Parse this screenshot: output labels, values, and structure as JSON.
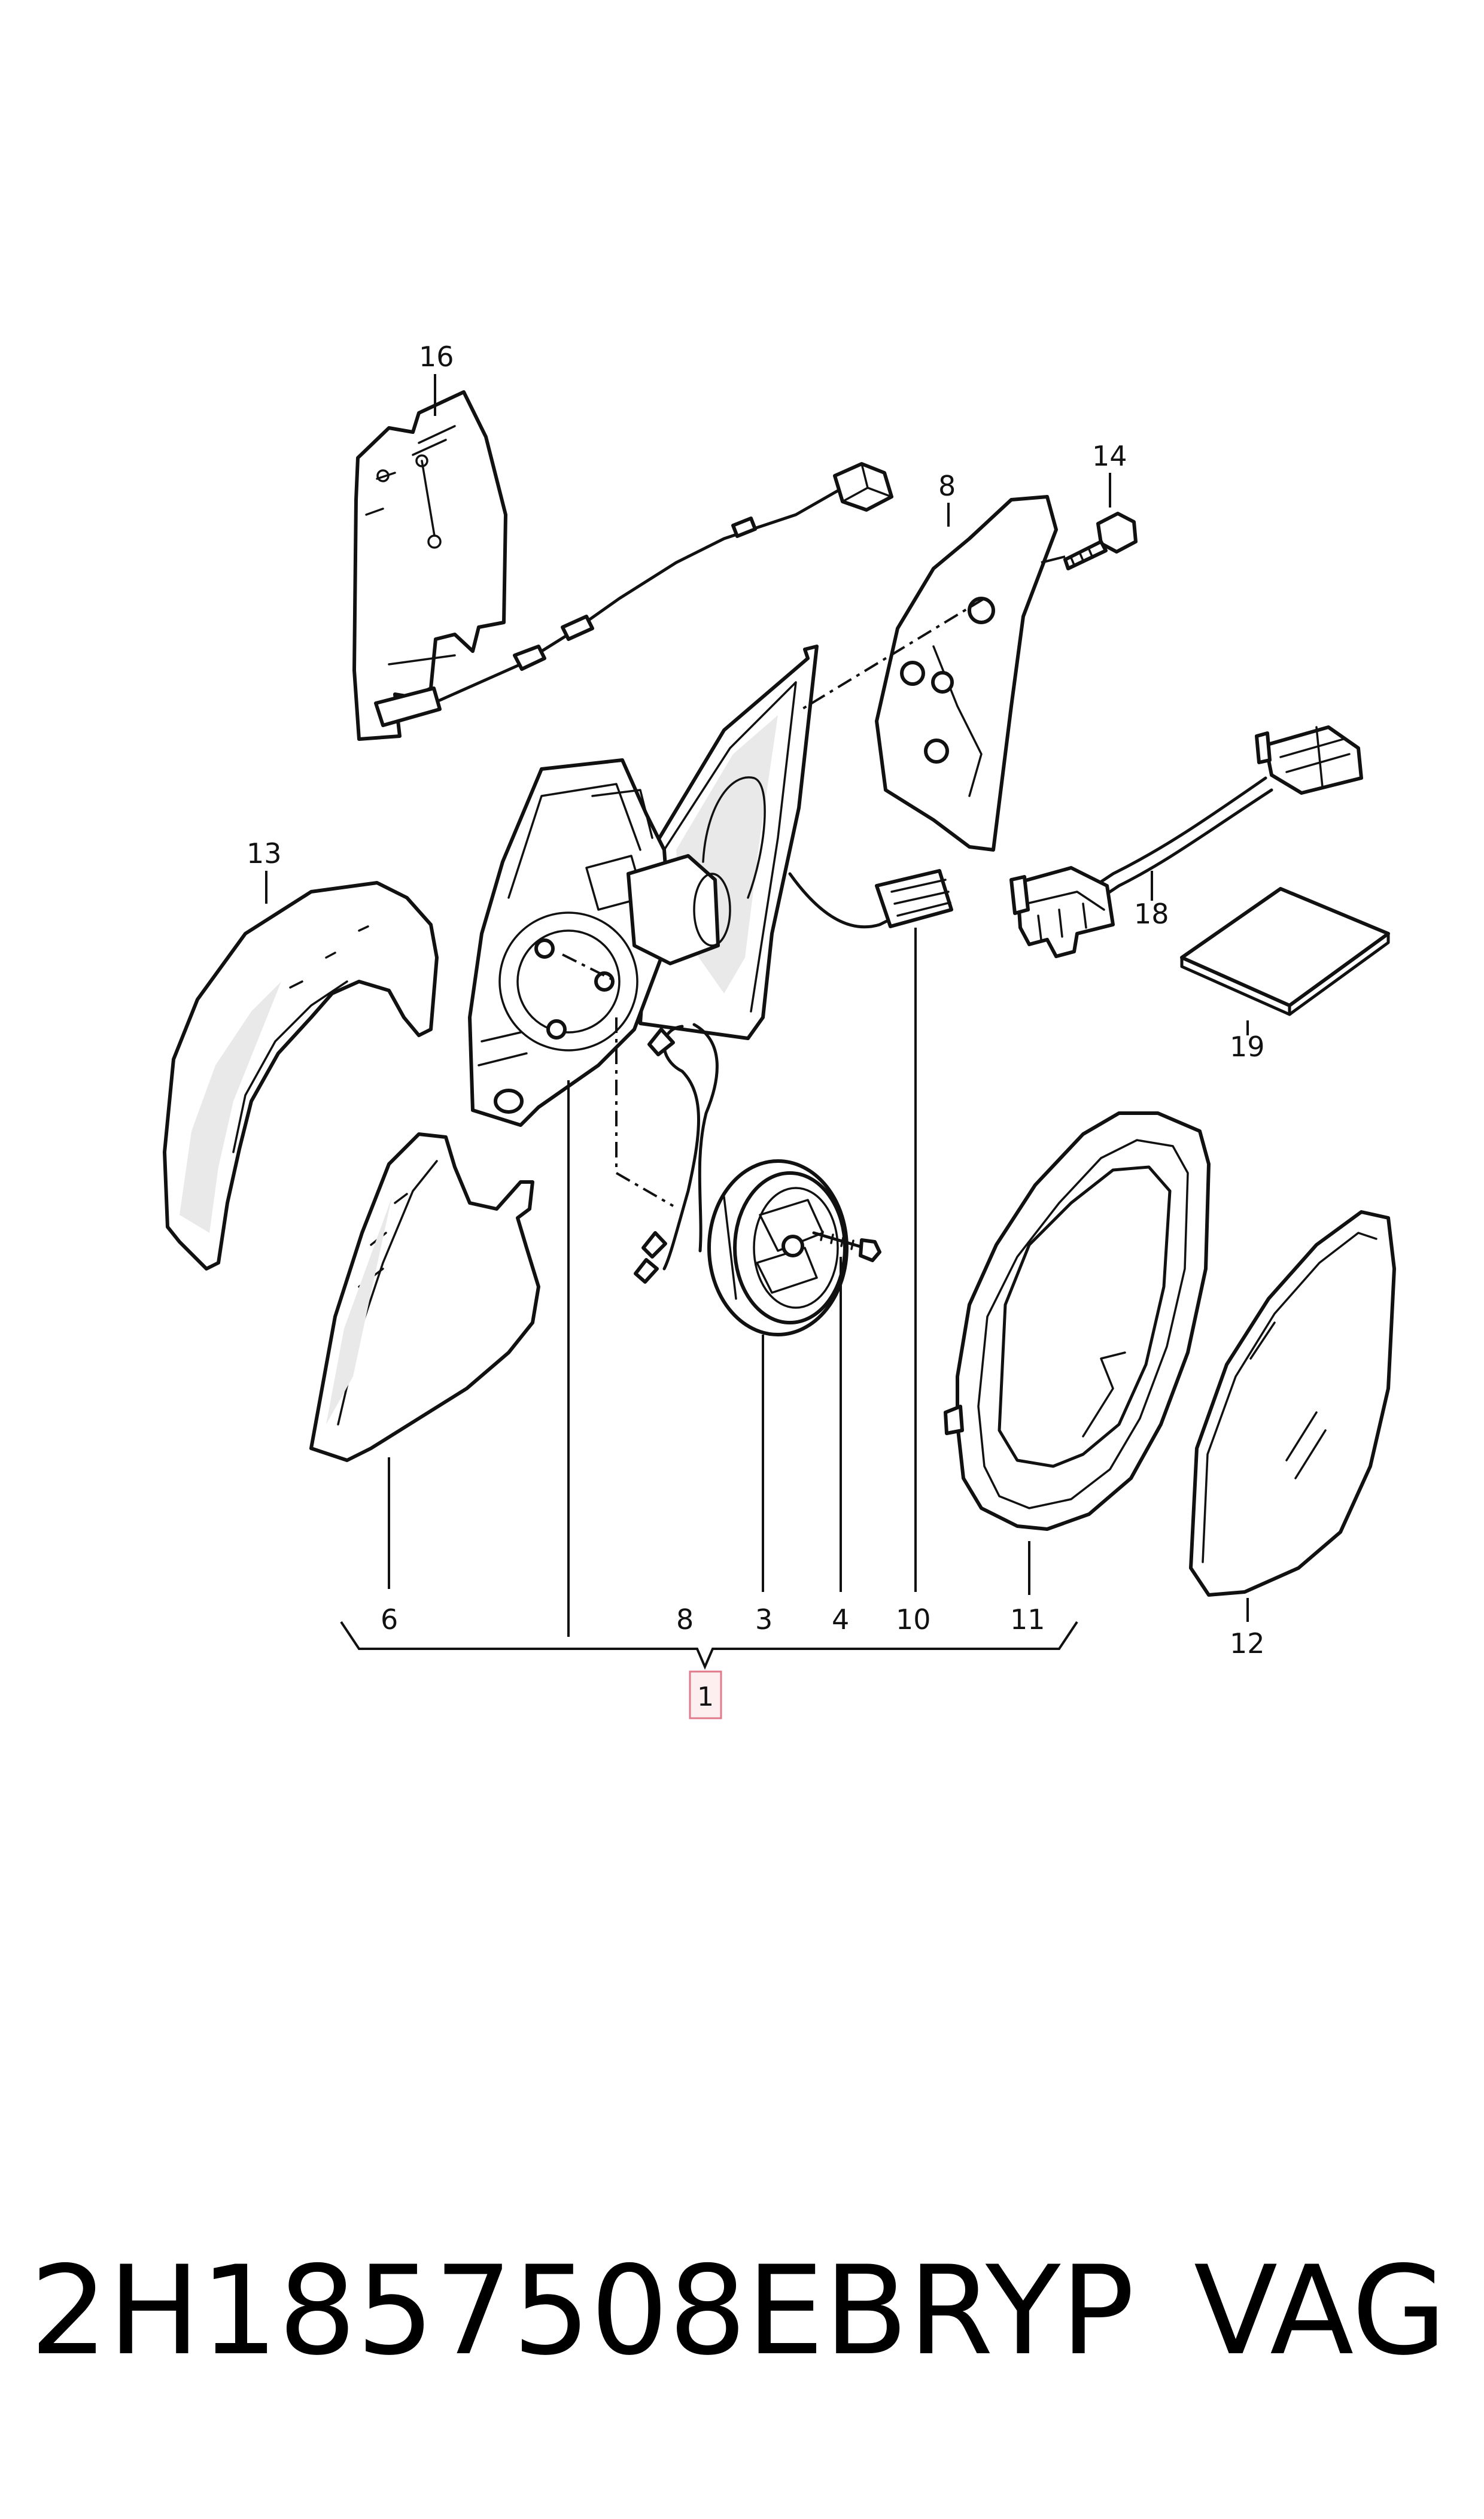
{
  "callouts": {
    "c1": "1",
    "c3": "3",
    "c4": "4",
    "c6": "6",
    "c8_top": "8",
    "c8_bottom": "8",
    "c10": "10",
    "c11": "11",
    "c12": "12",
    "c13": "13",
    "c14": "14",
    "c16": "16",
    "c18": "18",
    "c19": "19"
  },
  "footer": {
    "part_number": "2H1857508EBRYP",
    "brand": "VAG"
  },
  "colors": {
    "line": "#111111",
    "highlight_box": "#e07a8a",
    "highlight_fill": "#fdeef0"
  }
}
